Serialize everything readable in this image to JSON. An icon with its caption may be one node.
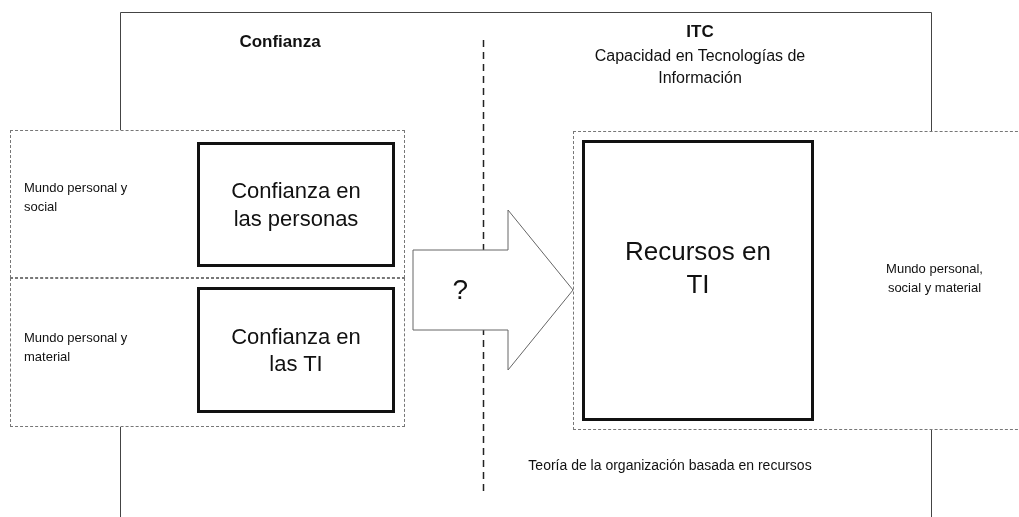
{
  "diagram": {
    "nodes": [
      {
        "text": [
          "Mundo personal y social"
        ]
      },
      {
        "text": [
          "Confianza en las personas"
        ],
        "in": 0
      },
      {
        "text": [
          "Mundo personal y material"
        ]
      },
      {
        "text": [
          "Confianza en las TI"
        ],
        "in": 2
      },
      {
        "text": [
          "Mundo personal, social y material"
        ]
      },
      {
        "text": [
          "Recursos en TI"
        ],
        "in": 4
      }
    ],
    "edges": [
      {
        "from": null,
        "to": 4,
        "arrow": "to",
        "label": "?",
        "style": "thick"
      }
    ],
    "labels": [
      "Confianza",
      "ITC",
      "Capacidad en Tecnologías de Información",
      "Teoría de la organización basada en recursos"
    ]
  }
}
